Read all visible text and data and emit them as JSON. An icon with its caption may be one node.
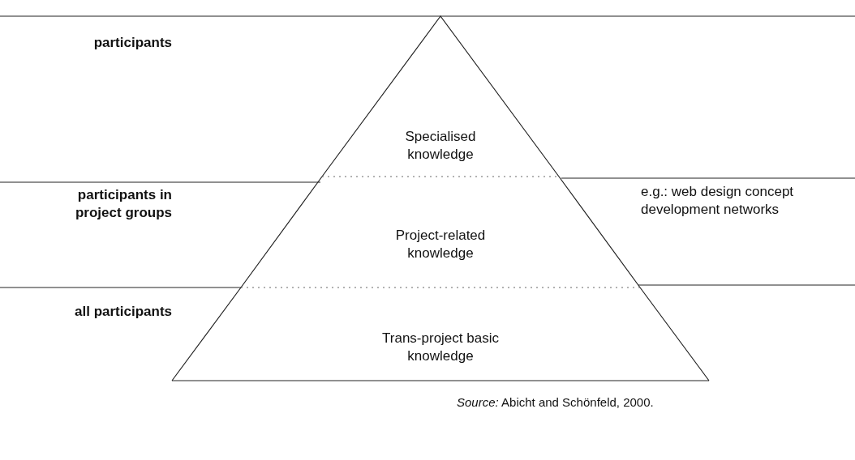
{
  "diagram": {
    "caption": "*Source:* Abicht and Schönfeld, 2000.",
    "nodes": [
      {
        "text": [
          "Specialised knowledge"
        ]
      },
      {
        "text": [
          "Project-related knowledge"
        ]
      },
      {
        "text": [
          "Trans-project basic knowledge"
        ]
      }
    ],
    "labels": [
      "participants",
      "participants in project groups",
      "all participants",
      "e.g.: web design concept development networks"
    ]
  }
}
